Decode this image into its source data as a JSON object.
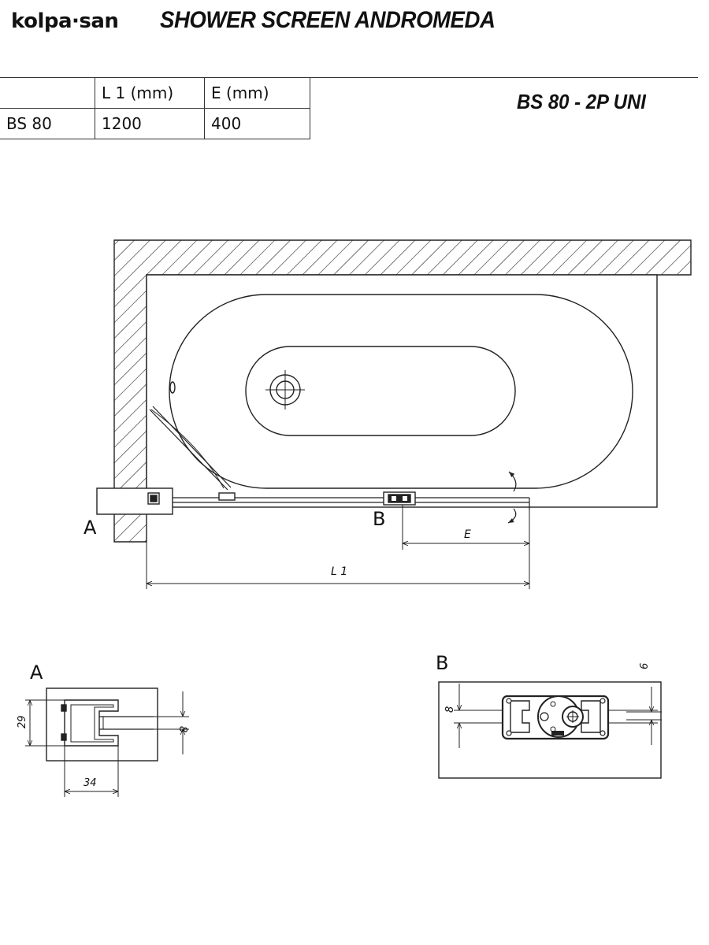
{
  "header": {
    "logo": "kolpa·san",
    "title": "SHOWER SCREEN ANDROMEDA",
    "model_code": "BS 80 - 2P UNI"
  },
  "table": {
    "headers": [
      "",
      "L 1 (mm)",
      "E (mm)"
    ],
    "rows": [
      [
        "BS 80",
        "1200",
        "400"
      ]
    ]
  },
  "plan": {
    "label_a": "A",
    "label_b": "B",
    "dim_e": "E",
    "dim_l1": "L 1"
  },
  "detail_a": {
    "title": "A",
    "dim_height": "29",
    "dim_glass": "8",
    "dim_width": "34"
  },
  "detail_b": {
    "title": "B",
    "dim_glass": "8",
    "dim_top": "6"
  }
}
